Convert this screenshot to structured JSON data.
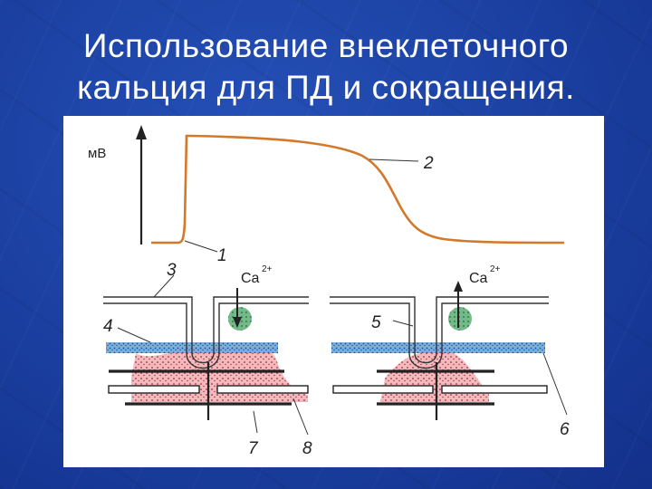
{
  "slide": {
    "title_line1": "Использование внеклеточного",
    "title_line2": "кальция для ПД и сокращения."
  },
  "figure": {
    "y_axis_unit": "мВ",
    "ion_symbol": "Ca",
    "ion_charge": "2+",
    "labels": [
      "1",
      "2",
      "3",
      "4",
      "5",
      "6",
      "7",
      "8"
    ]
  },
  "colors": {
    "background": "#1a3fa0",
    "action_potential_curve": "#d4782a",
    "sarcoplasmic_reticulum": "#f4b9bd",
    "membrane_band": "#7ab0de",
    "calcium_vesicle": "#73b98a"
  }
}
